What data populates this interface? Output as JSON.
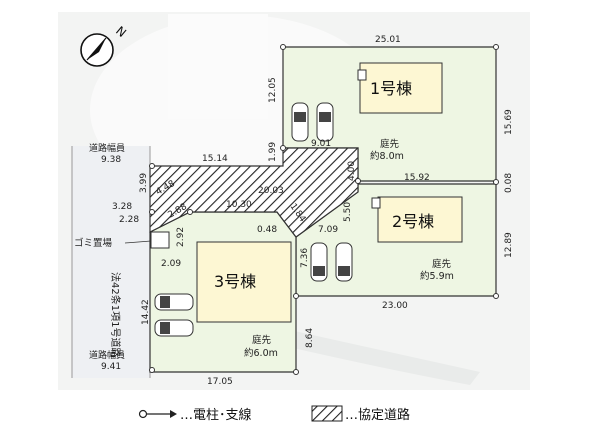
{
  "compass": {
    "north_label": "N",
    "icon": "north-arrow-icon"
  },
  "buildings": [
    {
      "name": "1号棟",
      "garden_label": "庭先",
      "garden_size": "約8.0m"
    },
    {
      "name": "2号棟",
      "garden_label": "庭先",
      "garden_size": "約5.9m"
    },
    {
      "name": "3号棟",
      "garden_label": "庭先",
      "garden_size": "約6.0m"
    }
  ],
  "road_width_top": {
    "label": "道路幅員",
    "value": "9.38"
  },
  "road_width_bottom": {
    "label": "道路幅員",
    "value": "9.41"
  },
  "road_designation": "法42条1項1号道路",
  "garbage_area": "ゴミ置場",
  "dimensions": {
    "d25_01": "25.01",
    "d12_05": "12.05",
    "d15_69": "15.69",
    "d9_01": "9.01",
    "d1_99": "1.99",
    "d15_14": "15.14",
    "d4_00": "4.00",
    "d15_92": "15.92",
    "d0_08": "0.08",
    "d3_99": "3.99",
    "d4_48": "4.48",
    "d20_03": "20.03",
    "d3_28": "3.28",
    "d2_88": "2.88",
    "d10_30": "10.30",
    "d1_84": "1.84",
    "d5_50": "5.50",
    "d2_28": "2.28",
    "d2_92": "2.92",
    "d0_48": "0.48",
    "d7_09": "7.09",
    "d12_89": "12.89",
    "d2_09": "2.09",
    "d7_36": "7.36",
    "d23_00": "23.00",
    "d14_42": "14.42",
    "d8_64": "8.64",
    "d17_05": "17.05"
  },
  "legend": {
    "pole_label": "…電柱･支線",
    "road_label": "…協定道路",
    "colors": {
      "lot": "#eef6e3",
      "building": "#fdf7d3",
      "road_hatch": "#222222"
    }
  }
}
